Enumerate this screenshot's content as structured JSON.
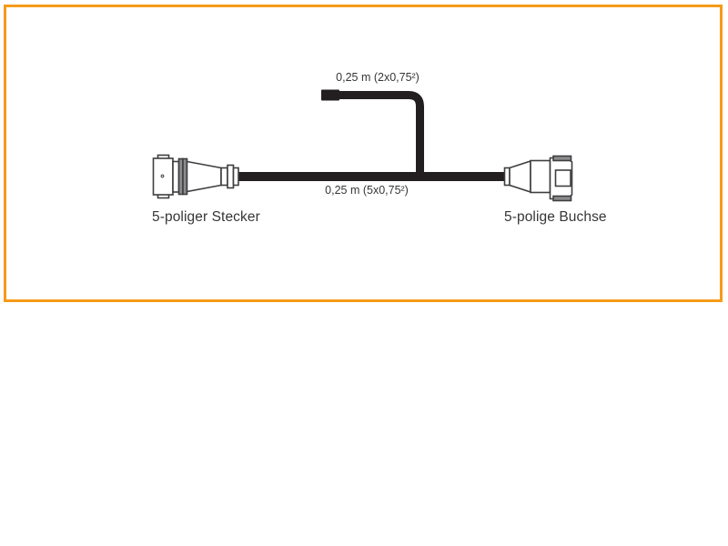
{
  "diagram": {
    "branch_cable_label": "0,25 m (2x0,75²)",
    "main_cable_label": "0,25 m (5x0,75²)",
    "left_connector_label": "5-poliger Stecker",
    "right_connector_label": "5-polige Buchse"
  },
  "colors": {
    "frame_border": "#F59B18",
    "cable": "#231F20",
    "line": "#3E3E40",
    "metal_gray": "#8A8C8E",
    "text": "#363636",
    "background": "#FFFFFF"
  }
}
